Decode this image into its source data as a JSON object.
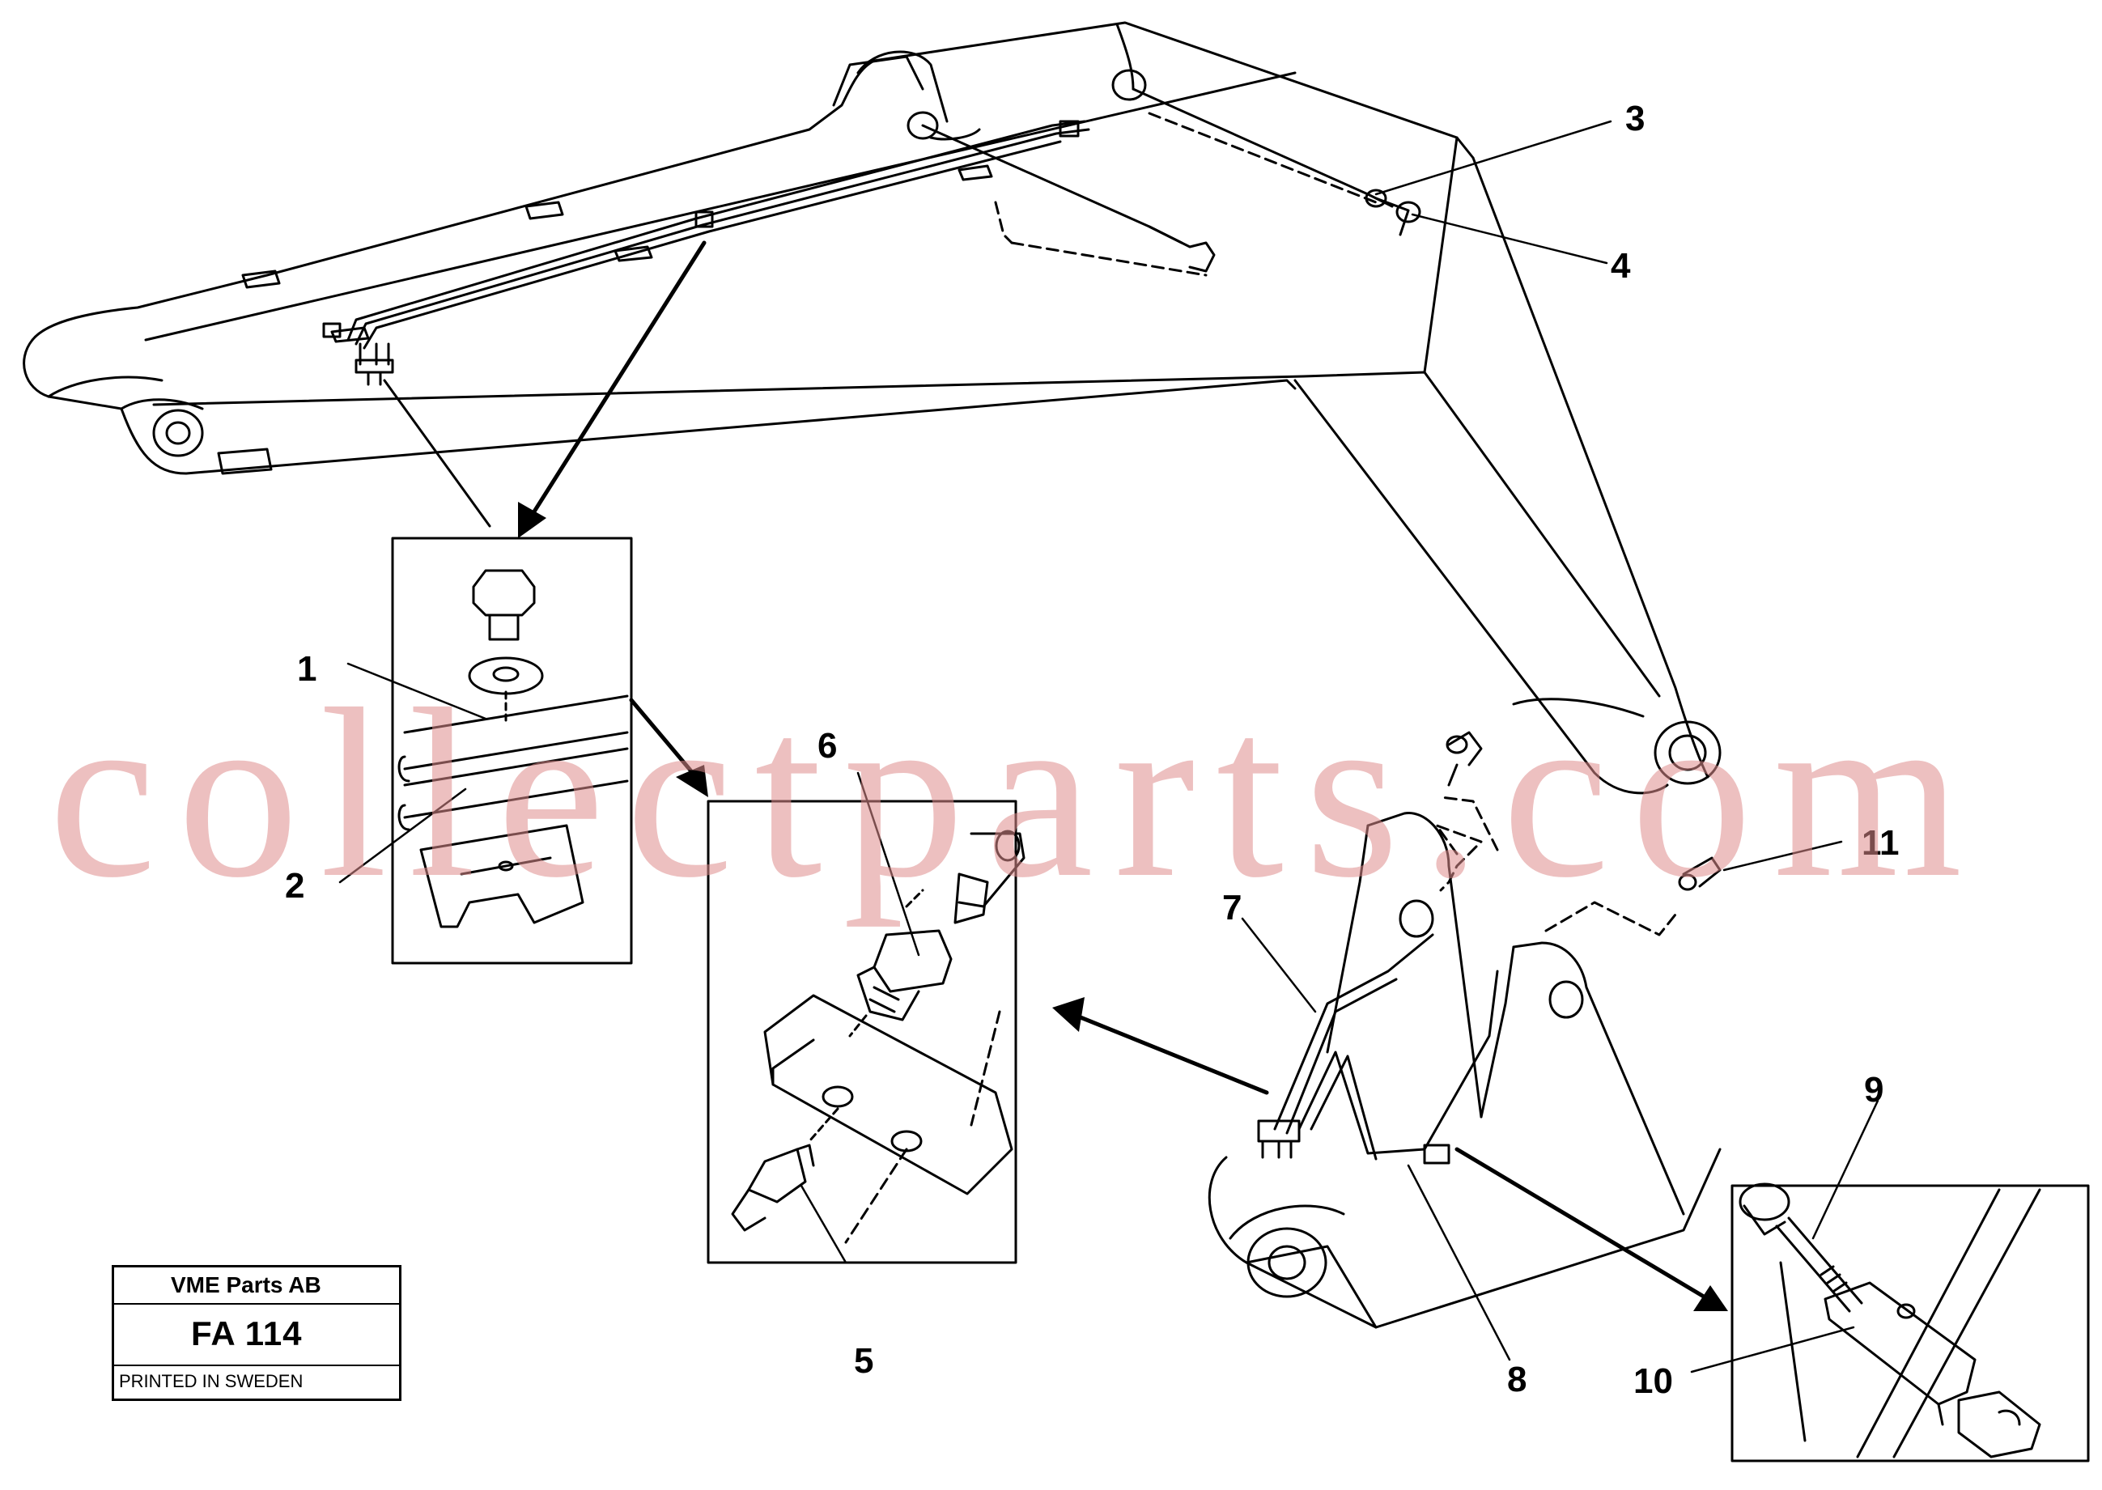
{
  "labels": {
    "p1": "1",
    "p2": "2",
    "p3": "3",
    "p4": "4",
    "p5": "5",
    "p6": "6",
    "p7": "7",
    "p8": "8",
    "p9": "9",
    "p10": "10",
    "p11": "11"
  },
  "title_block": {
    "company": "VME Parts AB",
    "code": "FA 114",
    "printed": "PRINTED IN SWEDEN"
  },
  "watermark": "collectparts.com"
}
